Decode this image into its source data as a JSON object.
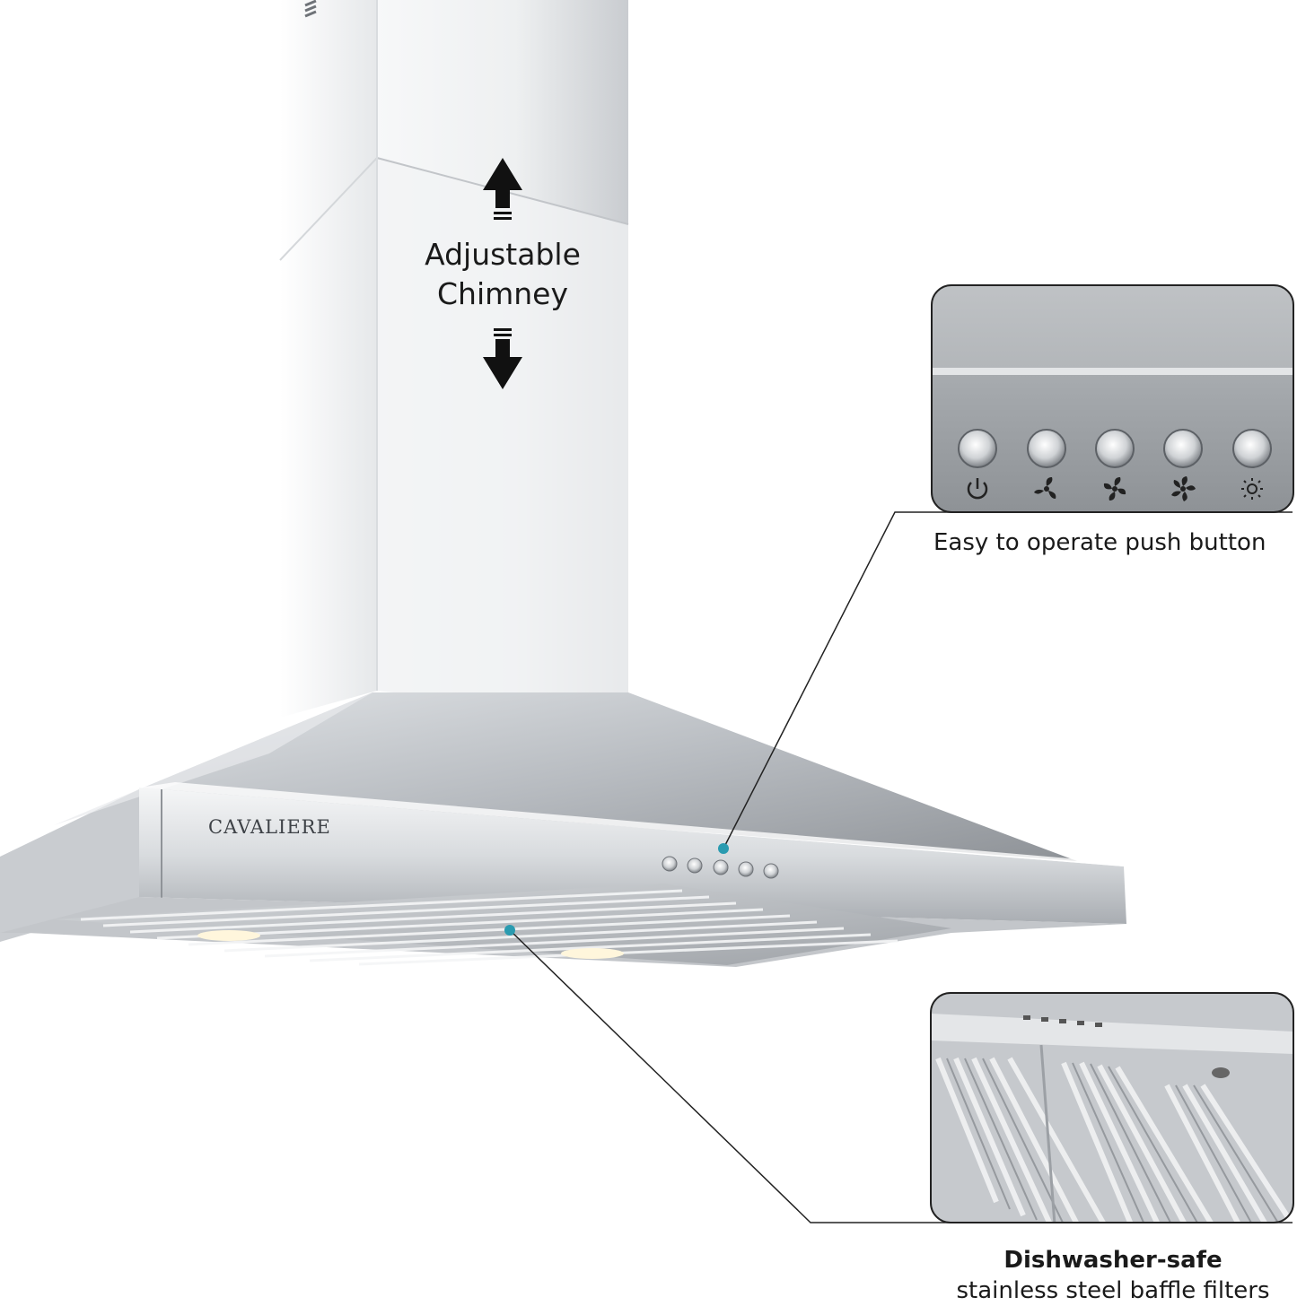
{
  "chimney": {
    "label_line1": "Adjustable",
    "label_line2": "Chimney",
    "arrows": [
      "arrow-up-icon",
      "arrow-down-icon"
    ]
  },
  "brand": "CAVALIERE",
  "control_panel": {
    "caption": "Easy to operate push button",
    "buttons": [
      {
        "icon": "power-icon"
      },
      {
        "icon": "fan-low-icon"
      },
      {
        "icon": "fan-medium-icon"
      },
      {
        "icon": "fan-high-icon"
      },
      {
        "icon": "light-icon"
      }
    ]
  },
  "filters": {
    "caption_bold": "Dishwasher-safe",
    "caption_rest": "stainless steel baffle filters"
  },
  "colors": {
    "callout_dot": "#2a9bb0",
    "steel_light": "#eef0f2",
    "steel_dark": "#8d9197",
    "text": "#1a1a1a"
  }
}
